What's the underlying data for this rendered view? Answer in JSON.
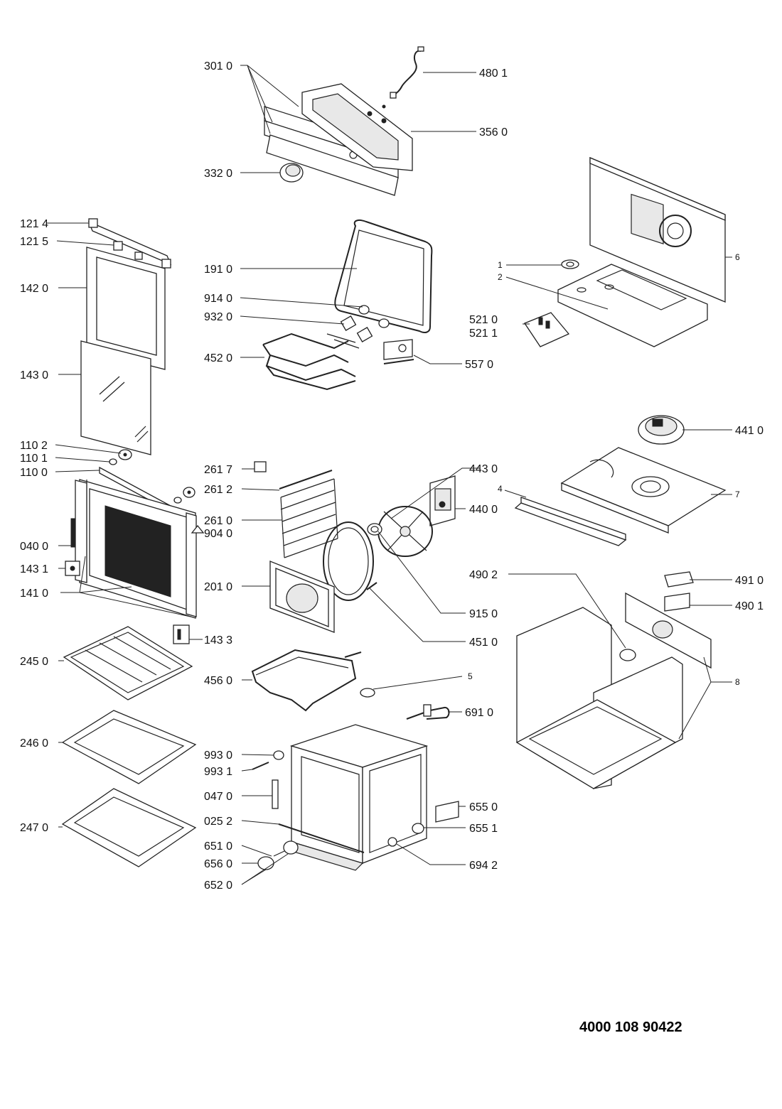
{
  "document_number": "4000 108 90422",
  "labels": {
    "l3010": "301 0",
    "l4801": "480 1",
    "l3560": "356 0",
    "l3320": "332 0",
    "l1214": "121 4",
    "l1215": "121 5",
    "l1420": "142 0",
    "l1430": "143 0",
    "l1102": "110 2",
    "l1101": "110 1",
    "l1100": "110 0",
    "l1910": "191 0",
    "l9140": "914 0",
    "l9320": "932 0",
    "l4520": "452 0",
    "l5570": "557 0",
    "l1": "1",
    "l2": "2",
    "l5210": "521 0",
    "l5211": "521 1",
    "l6": "6",
    "l4410": "441 0",
    "l4430": "443 0",
    "l4": "4",
    "l7": "7",
    "l4400": "440 0",
    "l2617": "261 7",
    "l2612": "261 2",
    "l2610": "261 0",
    "l9040": "904 0",
    "l0400": "040 0",
    "l1431": "143 1",
    "l1410": "141 0",
    "l2010": "201 0",
    "l9150": "915 0",
    "l4510": "451 0",
    "l4902": "490 2",
    "l4910": "491 0",
    "l4901": "490 1",
    "l1433": "143 3",
    "l2450": "245 0",
    "l4560": "456 0",
    "l5": "5",
    "l8": "8",
    "l6910": "691 0",
    "l2460": "246 0",
    "l9930": "993 0",
    "l9931": "993 1",
    "l0470": "047 0",
    "l6550": "655 0",
    "l2470": "247 0",
    "l0252": "025 2",
    "l6551": "655 1",
    "l6510": "651 0",
    "l6560": "656 0",
    "l6942": "694 2",
    "l6520": "652 0"
  }
}
